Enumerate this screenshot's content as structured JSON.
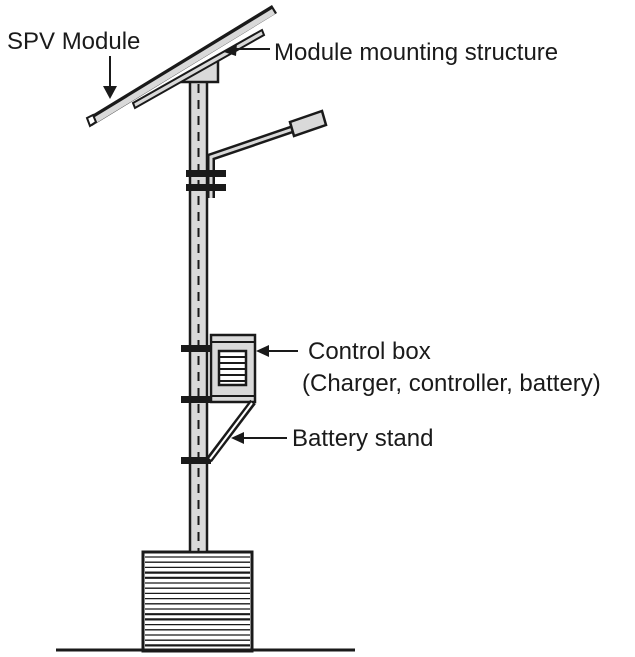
{
  "diagram": {
    "title": "Solar PV street light",
    "colors": {
      "stroke": "#1a1a1a",
      "fill": "#d9d9d9",
      "background": "#ffffff"
    },
    "labels": {
      "spv_module": "SPV Module",
      "mounting_structure": "Module mounting structure",
      "control_box": "Control box",
      "control_box_detail": "(Charger, controller, battery)",
      "battery_stand": "Battery stand"
    }
  }
}
